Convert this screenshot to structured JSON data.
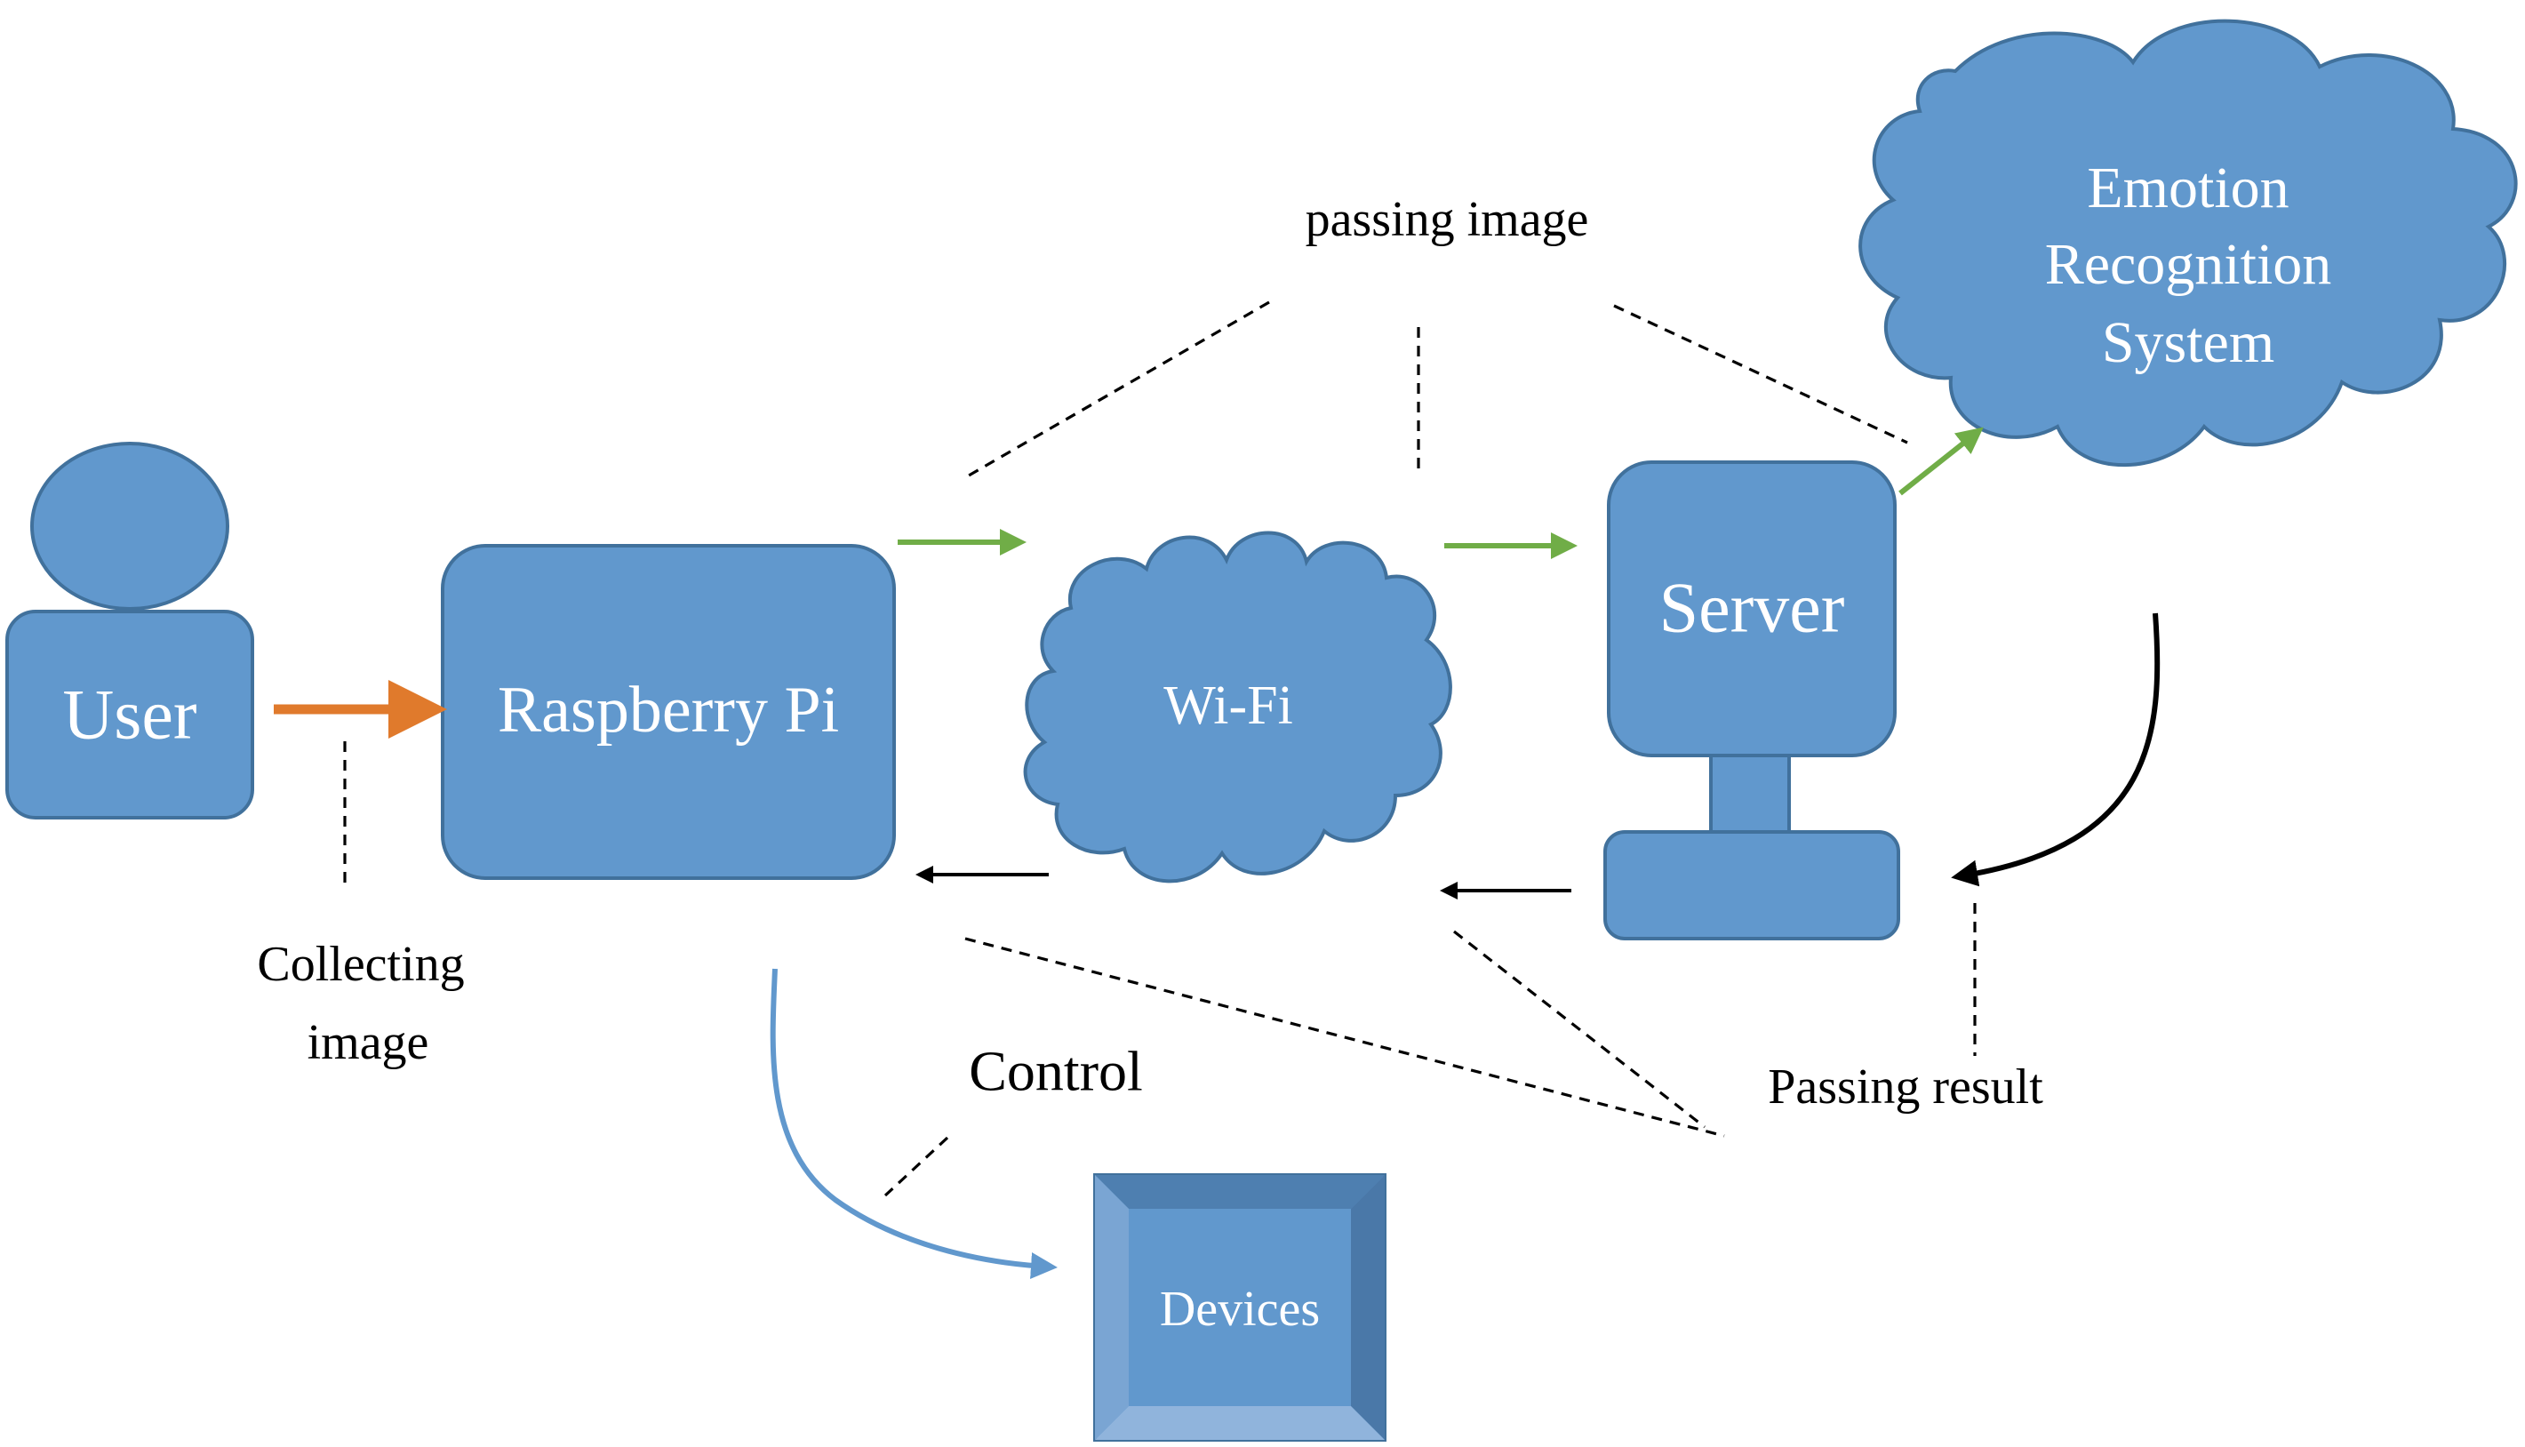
{
  "nodes": {
    "user": "User",
    "raspberry_pi": "Raspberry Pi",
    "wifi": "Wi-Fi",
    "server": "Server",
    "emotion_lines": [
      "Emotion",
      "Recognition",
      "System"
    ],
    "devices": "Devices"
  },
  "annotations": {
    "passing_image": "passing image",
    "collecting_lines": [
      "Collecting",
      "image"
    ],
    "control": "Control",
    "passing_result": "Passing result"
  },
  "colors": {
    "node_fill": "#6198cd",
    "node_stroke": "#41719c",
    "arrow_orange": "#e07a2c",
    "arrow_green": "#70ad47",
    "arrow_blue": "#6198cd",
    "arrow_black": "#000000"
  }
}
